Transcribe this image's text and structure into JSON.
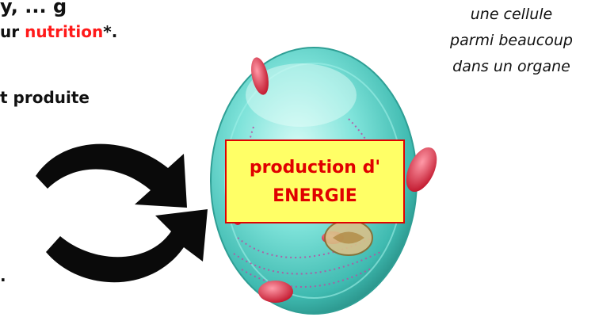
{
  "header": {
    "top_fragment": "y, ... g",
    "line2_prefix": "ur ",
    "line2_highlight": "nutrition",
    "line2_suffix": "*.",
    "line3": "t produite"
  },
  "trailing_dot": ".",
  "caption": [
    "une cellule",
    "parmi beaucoup",
    "dans un organe"
  ],
  "energy_box": {
    "line1": "production d'",
    "line2": "ENERGIE"
  },
  "colors": {
    "highlight": "#ff1a1a",
    "box_fill": "#ffff66",
    "box_text": "#e00000",
    "cell": "#5fd6cc"
  }
}
